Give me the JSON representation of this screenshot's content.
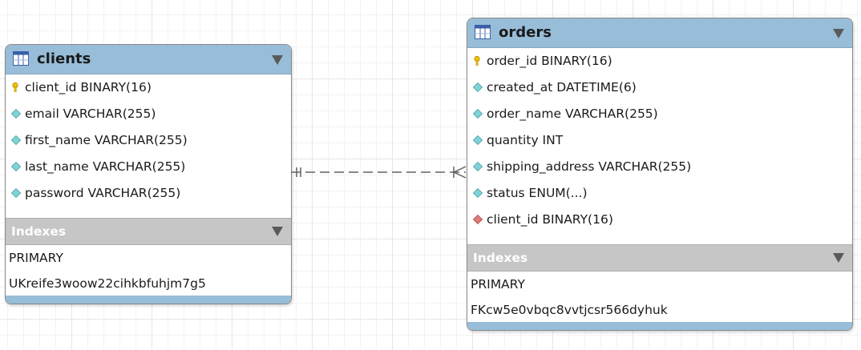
{
  "tables": {
    "clients": {
      "name": "clients",
      "columns": [
        {
          "label": "client_id BINARY(16)",
          "icon": "primary-key-icon"
        },
        {
          "label": "email VARCHAR(255)",
          "icon": "column-icon"
        },
        {
          "label": "first_name VARCHAR(255)",
          "icon": "column-icon"
        },
        {
          "label": "last_name VARCHAR(255)",
          "icon": "column-icon"
        },
        {
          "label": "password VARCHAR(255)",
          "icon": "column-icon"
        }
      ],
      "indexes_label": "Indexes",
      "indexes": [
        "PRIMARY",
        "UKreife3woow22cihkbfuhjm7g5"
      ]
    },
    "orders": {
      "name": "orders",
      "columns": [
        {
          "label": "order_id BINARY(16)",
          "icon": "primary-key-icon"
        },
        {
          "label": "created_at DATETIME(6)",
          "icon": "column-icon"
        },
        {
          "label": "order_name VARCHAR(255)",
          "icon": "column-icon"
        },
        {
          "label": "quantity INT",
          "icon": "column-icon"
        },
        {
          "label": "shipping_address VARCHAR(255)",
          "icon": "column-icon"
        },
        {
          "label": "status ENUM(...)",
          "icon": "column-icon"
        },
        {
          "label": "client_id BINARY(16)",
          "icon": "foreign-key-icon"
        }
      ],
      "indexes_label": "Indexes",
      "indexes": [
        "PRIMARY",
        "FKcw5e0vbqc8vvtjcsr566dyhuk"
      ]
    }
  },
  "relationship": {
    "from": "clients",
    "to": "orders",
    "from_cardinality": "one-and-only-one",
    "to_cardinality": "zero-or-many",
    "line_style": "dashed"
  },
  "colors": {
    "table_header": "#97bdd9",
    "index_header": "#c6c6c6",
    "column_diamond": "#7fd3d6",
    "foreign_key_diamond": "#e07b7b",
    "primary_key": "#f2c200",
    "relationship_line": "#606060"
  }
}
